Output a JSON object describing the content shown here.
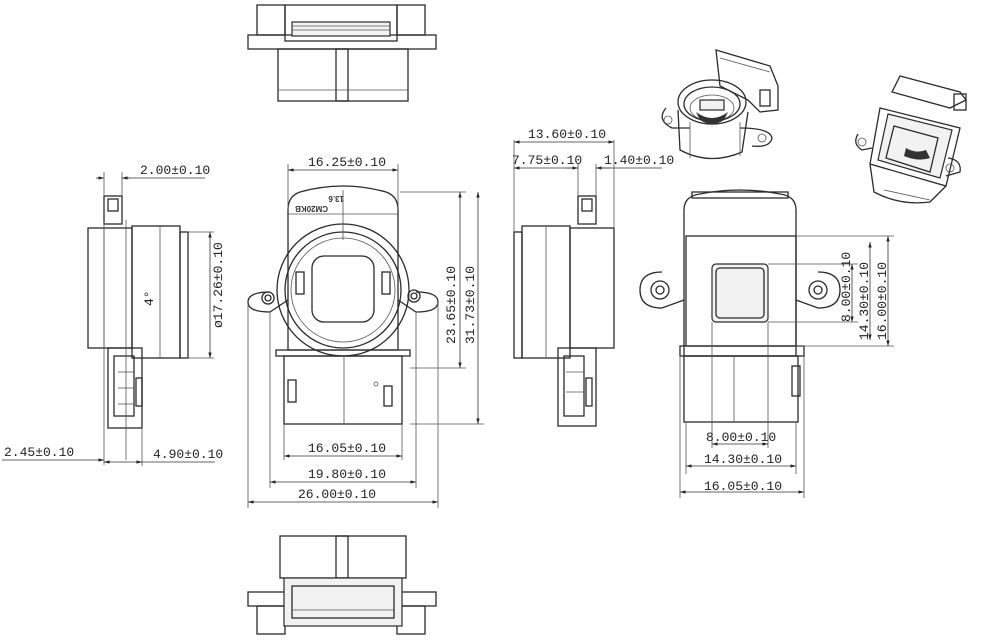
{
  "dimensions": {
    "side_top": "2.00±0.10",
    "side_bottom_left": "2.45±0.10",
    "side_bottom_right": "4.90±0.10",
    "side_dia": "ø17.26±0.10",
    "side_angle": "4°",
    "front_top": "16.25±0.10",
    "front_h1": "23.65±0.10",
    "front_h2": "31.73±0.10",
    "front_b1": "16.05±0.10",
    "front_b2": "19.80±0.10",
    "front_b3": "26.00±0.10",
    "mark_model": "CM20KB",
    "mark_num": "13.6",
    "mid_top": "13.60±0.10",
    "mid_left": "7.75±0.10",
    "mid_right": "1.40±0.10",
    "back_r1": "8.00±0.10",
    "back_r2": "14.30±0.10",
    "back_r3": "16.00±0.10",
    "back_b1": "8.00±0.10",
    "back_b2": "14.30±0.10",
    "back_b3": "16.05±0.10"
  }
}
